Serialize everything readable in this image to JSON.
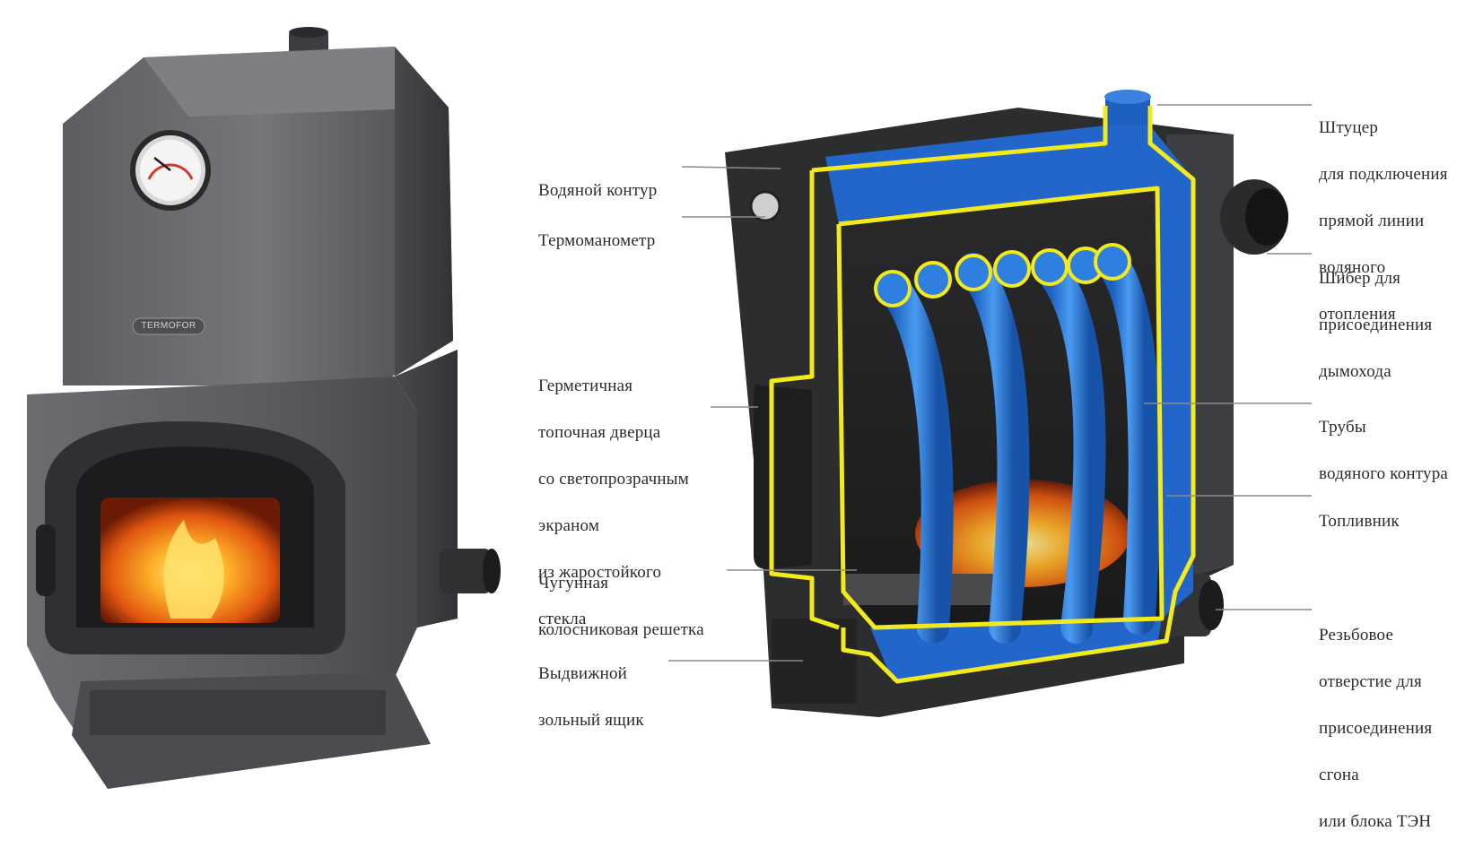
{
  "brand_logo": "TERMOFOR",
  "colors": {
    "body_dark": "#3a3b3d",
    "body_mid": "#55575a",
    "body_light": "#6e7073",
    "outline_yellow": "#f2ea1c",
    "water_blue": "#1f6fd6",
    "fire_orange": "#ff8a1a",
    "leader_gray": "#8a8a8a"
  },
  "labels": {
    "left": [
      {
        "id": "water-circuit",
        "lines": [
          "Водяной контур"
        ]
      },
      {
        "id": "thermomanometer",
        "lines": [
          "Термоманометр"
        ]
      },
      {
        "id": "sealed-door",
        "lines": [
          "Герметичная",
          "топочная дверца",
          "со светопрозрачным",
          "экраном",
          "из жаростойкого",
          "стекла"
        ]
      },
      {
        "id": "cast-iron-grate",
        "lines": [
          "Чугунная",
          "колосниковая решетка"
        ]
      },
      {
        "id": "ash-drawer",
        "lines": [
          "Выдвижной",
          "зольный ящик"
        ]
      }
    ],
    "right": [
      {
        "id": "fitting",
        "lines": [
          "Штуцер",
          "для подключения",
          "прямой линии",
          "водяного",
          "отопления"
        ]
      },
      {
        "id": "damper",
        "lines": [
          "Шибер для",
          "присоединения",
          "дымохода"
        ]
      },
      {
        "id": "water-pipes",
        "lines": [
          "Трубы",
          "водяного контура"
        ]
      },
      {
        "id": "firebox",
        "lines": [
          "Топливник"
        ]
      },
      {
        "id": "threaded-hole",
        "lines": [
          "Резьбовое",
          "отверстие для",
          "присоединения",
          "сгона",
          "или блока ТЭН"
        ]
      }
    ]
  }
}
